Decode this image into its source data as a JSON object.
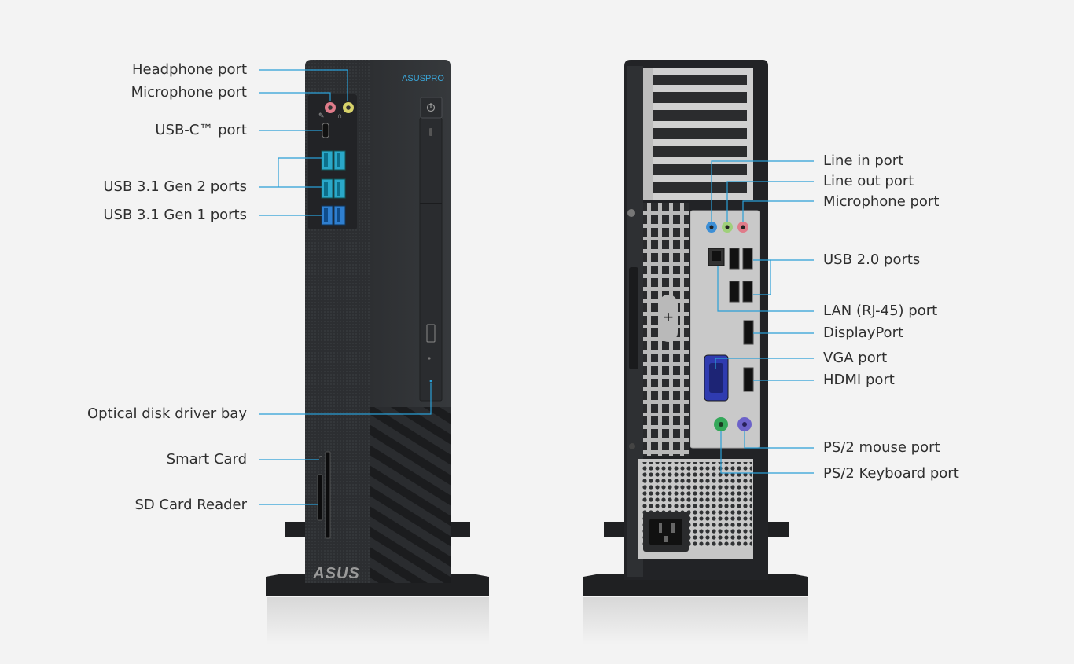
{
  "brand": {
    "front_badge": "ASUSPRO",
    "logo": "ASUS"
  },
  "front_labels": [
    "Headphone port",
    "Microphone port",
    "USB-C™ port",
    "USB 3.1 Gen 2 ports",
    "USB 3.1 Gen 1 ports",
    "Optical disk driver bay",
    "Smart Card",
    "SD Card Reader"
  ],
  "rear_labels": [
    "Line in port",
    "Line out port",
    "Microphone port",
    "USB 2.0 ports",
    "LAN (RJ-45) port",
    "DisplayPort",
    "VGA port",
    "HDMI port",
    "PS/2 mouse port",
    "PS/2 Keyboard port"
  ],
  "colors": {
    "background": "#f3f3f3",
    "callout_line": "#2a9fd6",
    "chassis": "#2b2d30",
    "usb_blue": "#2aa8c9",
    "headphone_jack": "#d8d36a",
    "mic_jack": "#e07c8a",
    "line_in_jack": "#3d8fd6",
    "line_out_jack": "#9fd07a",
    "ps2_mouse": "#35a85a",
    "ps2_keyboard": "#6c62c9",
    "io_panel": "#c9c9c9"
  },
  "icons": [
    "power-button-icon",
    "usb-icon",
    "headphone-icon",
    "microphone-icon"
  ]
}
